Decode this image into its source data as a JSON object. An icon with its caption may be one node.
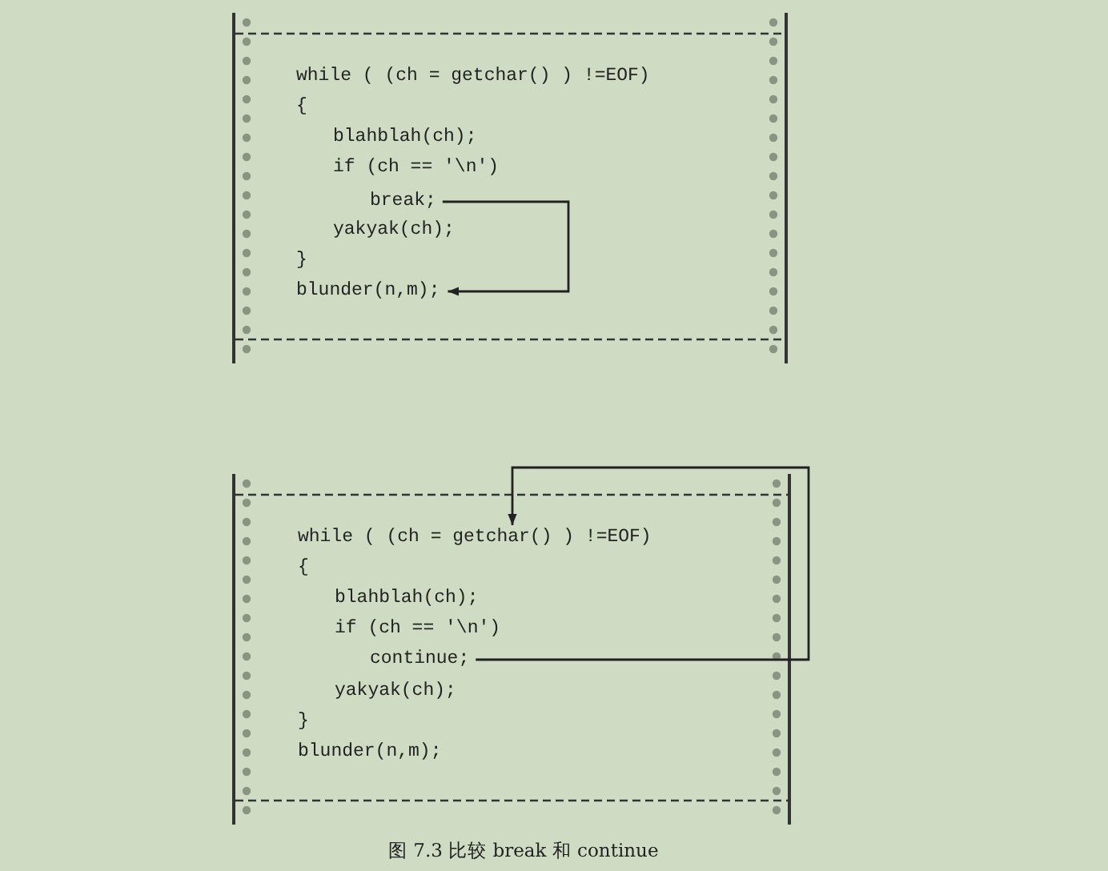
{
  "diagram": {
    "caption": "图 7.3 比较 break 和 continue",
    "nodes": [
      {
        "text": [],
        "shape": "box"
      },
      {
        "text": [
          "while ( (ch = getchar() ) !=EOF)"
        ],
        "in": 0
      },
      {
        "text": [
          "{"
        ],
        "in": 0
      },
      {
        "text": [
          "blahblah(ch);"
        ],
        "in": 0
      },
      {
        "text": [
          "if (ch == '\\n')"
        ],
        "in": 0
      },
      {
        "text": [
          "break;"
        ],
        "in": 0
      },
      {
        "text": [
          "yakyak(ch);"
        ],
        "in": 0
      },
      {
        "text": [
          "}"
        ],
        "in": 0
      },
      {
        "text": [
          "blunder(n,m);"
        ],
        "in": 0
      },
      {
        "text": [],
        "shape": "box"
      },
      {
        "text": [
          "while ( (ch = getchar() ) !=EOF)"
        ],
        "in": 9
      },
      {
        "text": [
          "{"
        ],
        "in": 9
      },
      {
        "text": [
          "blahblah(ch);"
        ],
        "in": 9
      },
      {
        "text": [
          "if (ch == '\\n')"
        ],
        "in": 9
      },
      {
        "text": [
          "continue;"
        ],
        "in": 9
      },
      {
        "text": [
          "yakyak(ch);"
        ],
        "in": 9
      },
      {
        "text": [
          "}"
        ],
        "in": 9
      },
      {
        "text": [
          "blunder(n,m);"
        ],
        "in": 9
      }
    ],
    "edges": [
      {
        "from": 5,
        "to": 8,
        "arrow": "to"
      },
      {
        "from": 14,
        "to": 10,
        "arrow": "to"
      }
    ]
  }
}
